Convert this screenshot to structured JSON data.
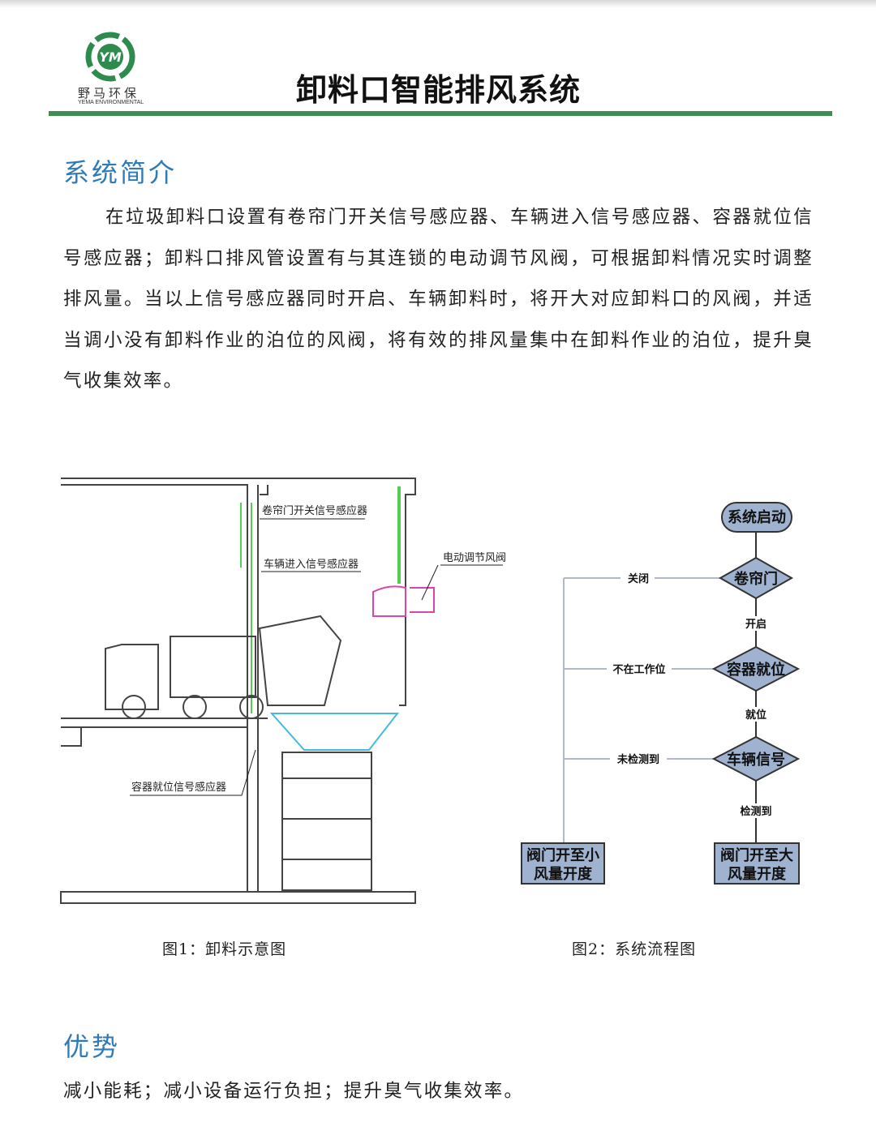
{
  "header": {
    "logo_cn": "野马环保",
    "logo_en": "YEMA ENVIRONMENTAL",
    "logo_mark": "YM",
    "title": "卸料口智能排风系统"
  },
  "intro": {
    "heading": "系统简介",
    "body": "在垃圾卸料口设置有卷帘门开关信号感应器、车辆进入信号感应器、容器就位信号感应器；卸料口排风管设置有与其连锁的电动调节风阀，可根据卸料情况实时调整排风量。当以上信号感应器同时开启、车辆卸料时，将开大对应卸料口的风阀，并适当调小没有卸料作业的泊位的风阀，将有效的排风量集中在卸料作业的泊位，提升臭气收集效率。"
  },
  "figure1": {
    "labels": {
      "door_sensor": "卷帘门开关信号感应器",
      "vehicle_sensor": "车辆进入信号感应器",
      "valve": "电动调节风阀",
      "container_sensor": "容器就位信号感应器"
    },
    "caption": "图1：卸料示意图"
  },
  "figure2": {
    "start": "系统启动",
    "d1": "卷帘门",
    "d2": "容器就位",
    "d3": "车辆信号",
    "closed": "关闭",
    "open": "开启",
    "not_in_pos": "不在工作位",
    "in_pos": "就位",
    "not_detected": "未检测到",
    "detected": "检测到",
    "small_1": "阀门开至小",
    "small_2": "风量开度",
    "large_1": "阀门开至大",
    "large_2": "风量开度",
    "caption": "图2：系统流程图"
  },
  "advantages": {
    "heading": "优势",
    "body": "减小能耗；减小设备运行负担；提升臭气收集效率。"
  },
  "colors": {
    "accent": "#2f7ab8",
    "green": "#3e8e52",
    "flow_fill": "#9fb2d0"
  }
}
